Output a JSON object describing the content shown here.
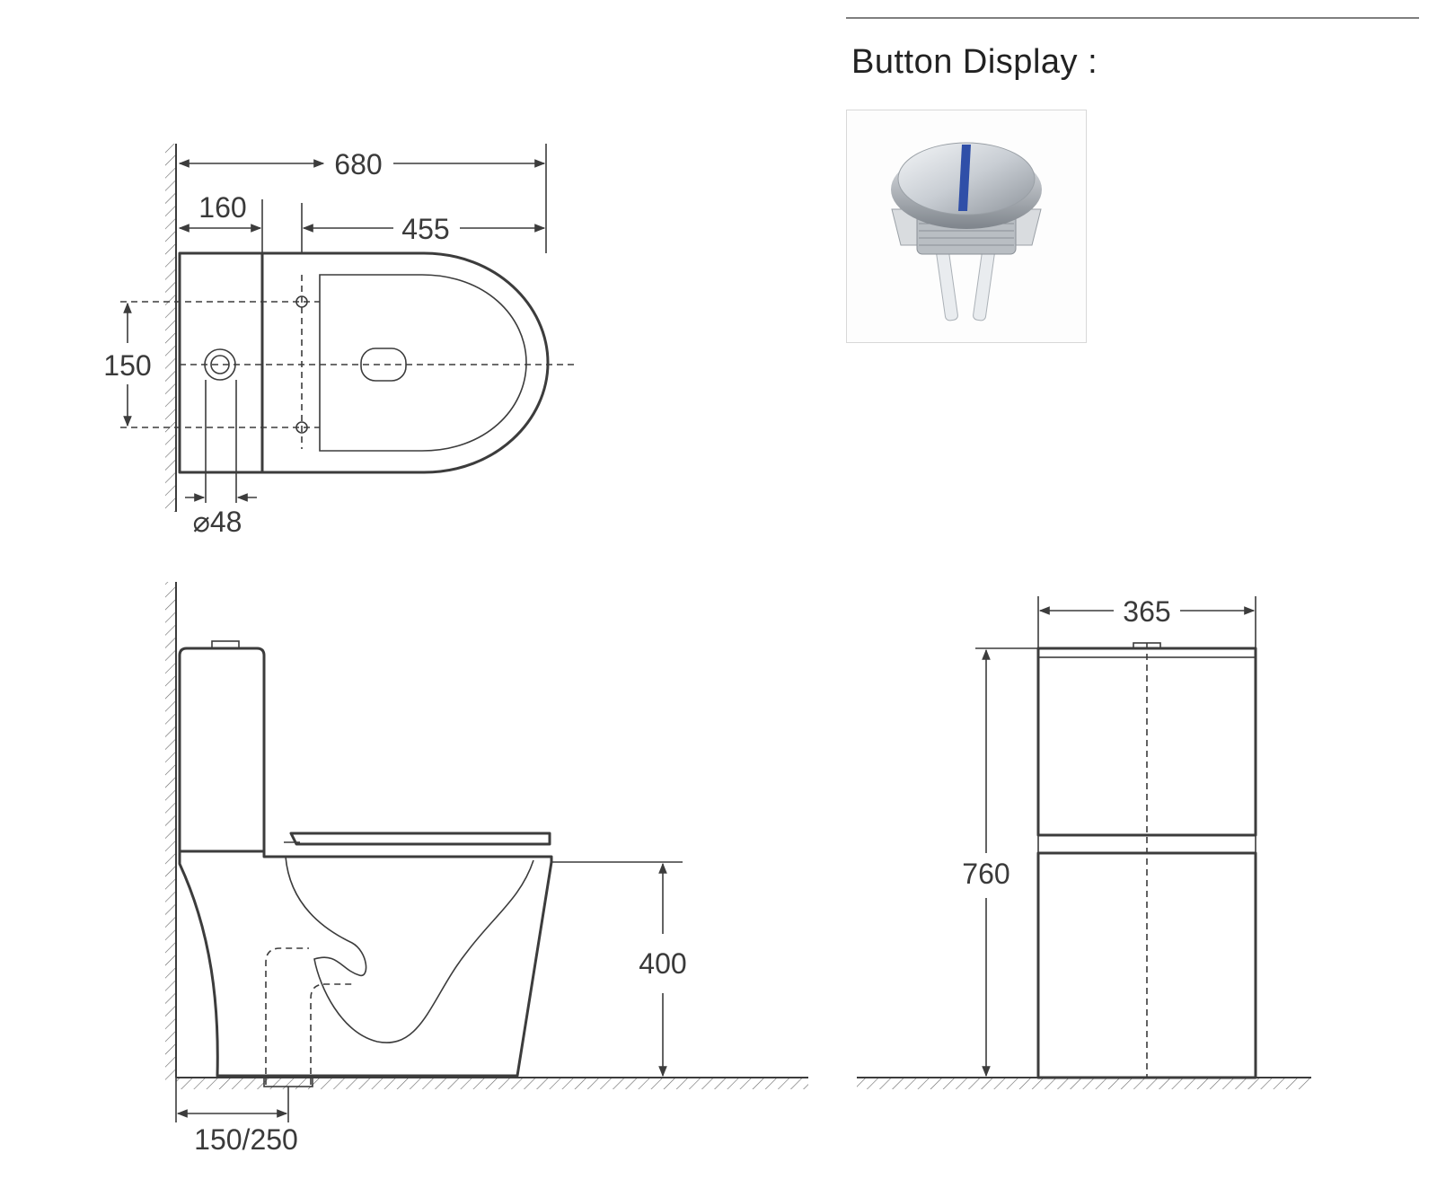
{
  "button_display": {
    "title": "Button Display :"
  },
  "top_view": {
    "overall_length": "680",
    "tank_depth": "160",
    "bowl_length": "455",
    "fixing_hole_spacing": "150",
    "inlet_diameter": "⌀48"
  },
  "side_view": {
    "seat_height": "400",
    "outlet_distance": "150/250"
  },
  "front_view": {
    "width": "365",
    "total_height": "760"
  },
  "icons": [
    "dual-flush-button-icon"
  ],
  "colors": {
    "line": "#3c3c3c",
    "button_chrome": "#d9dde2",
    "button_split": "#2f4fa8"
  }
}
